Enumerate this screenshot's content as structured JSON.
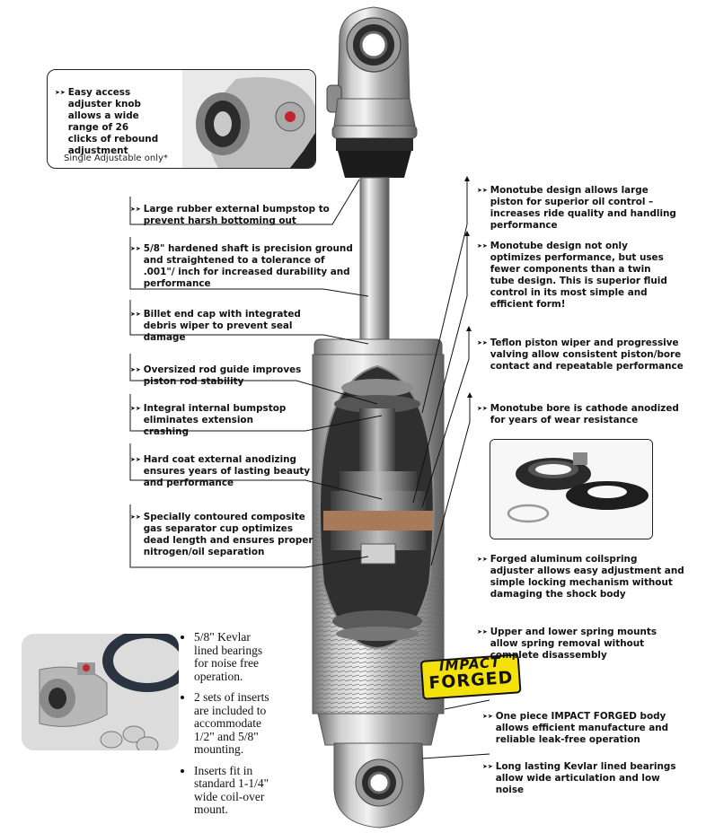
{
  "adjuster_inset": {
    "text": "Easy access\nadjuster knob\nallows a wide\nrange of 26\nclicks of rebound\nadjustment",
    "note": "Single Adjustable only*"
  },
  "left_callouts": [
    {
      "text": "Large rubber external bumpstop to\nprevent harsh bottoming out"
    },
    {
      "text": "5/8\" hardened shaft is precision ground\nand straightened to a tolerance of\n.001\"/ inch for increased durability and\nperformance"
    },
    {
      "text": "Billet end cap with integrated\ndebris wiper to prevent seal\ndamage"
    },
    {
      "text": "Oversized rod guide improves\npiston rod stability"
    },
    {
      "text": "Integral internal bumpstop\neliminates extension\ncrashing"
    },
    {
      "text": "Hard coat external anodizing\nensures years of lasting beauty\nand performance"
    },
    {
      "text": "Specially contoured composite\ngas separator cup optimizes\ndead length and ensures proper\nnitrogen/oil separation"
    }
  ],
  "right_callouts": [
    {
      "text": "Monotube design allows large\npiston for superior oil control –\nincreases ride quality and handling\nperformance"
    },
    {
      "text": "Monotube design not only\noptimizes performance, but uses\nfewer components than a twin\ntube design. This is superior fluid\ncontrol in its most simple and\nefficient form!"
    },
    {
      "text": "Teflon piston wiper and progressive\nvalving allow consistent piston/bore\ncontact and repeatable performance"
    },
    {
      "text": "Monotube bore is cathode anodized\nfor years of wear resistance"
    },
    {
      "text": "Forged aluminum coilspring\nadjuster allows easy adjustment and\nsimple locking mechanism without\ndamaging the shock body"
    },
    {
      "text": "Upper and lower spring mounts\nallow spring removal without\ncomplete disassembly"
    },
    {
      "text": "One piece IMPACT FORGED body\nallows efficient manufacture and\nreliable leak-free operation"
    },
    {
      "text": "Long lasting Kevlar lined bearings\nallow wide articulation and low\nnoise"
    }
  ],
  "bearing_list": [
    "5/8\" Kevlar\nlined bearings\nfor noise free\noperation.",
    "2 sets of inserts\nare included to\naccommodate\n1/2\" and 5/8\"\nmounting.",
    "Inserts fit in\nstandard 1-1/4\"\nwide coil-over\nmount."
  ],
  "badge": {
    "line1": "IMPACT",
    "line2": "FORGED",
    "color_bg": "#f5e10a",
    "color_text": "#111111"
  },
  "colors": {
    "body_metal": "#b9b9b9",
    "rod_chrome": "#d8d8d8",
    "line": "#111111"
  }
}
